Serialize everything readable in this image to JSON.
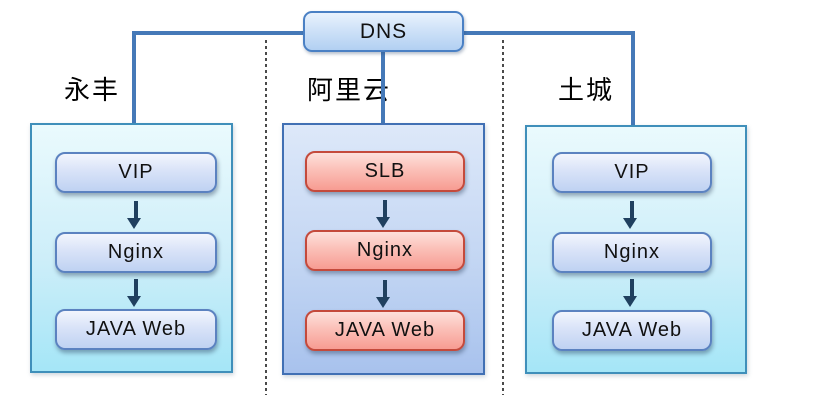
{
  "diagram": {
    "dns": {
      "label": "DNS"
    },
    "regions": [
      {
        "label": "永丰",
        "container_style": "cyan",
        "nodes": [
          {
            "label": "VIP"
          },
          {
            "label": "Nginx"
          },
          {
            "label": "JAVA Web"
          }
        ]
      },
      {
        "label": "阿里云",
        "container_style": "blue",
        "nodes": [
          {
            "label": "SLB"
          },
          {
            "label": "Nginx"
          },
          {
            "label": "JAVA Web"
          }
        ]
      },
      {
        "label": "土城",
        "container_style": "cyan",
        "nodes": [
          {
            "label": "VIP"
          },
          {
            "label": "Nginx"
          },
          {
            "label": "JAVA Web"
          }
        ]
      }
    ],
    "colors": {
      "connector_blue": "#4579b8",
      "flow_arrow_navy": "#20405f",
      "node_blue_border": "#5b82c0",
      "node_red_border": "#c44a3c",
      "container_cyan_border": "#3f8fba",
      "container_blue_border": "#4170b4",
      "divider_gray": "#4a4a4a"
    }
  }
}
